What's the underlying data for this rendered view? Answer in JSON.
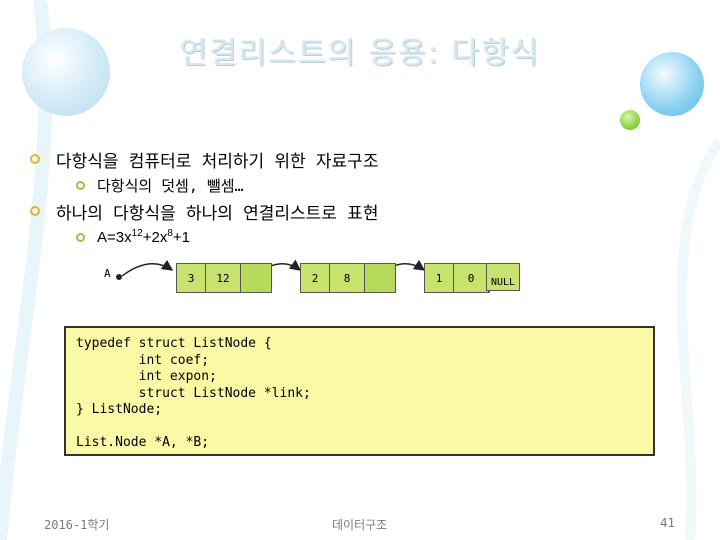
{
  "title": "연결리스트의 응용: 다항식",
  "bullets": [
    {
      "text": "다항식을 컴퓨터로 처리하기 위한 자료구조",
      "sub": [
        "다항식의 덧셈, 뺄셈…"
      ]
    },
    {
      "text": "하나의 다항식을 하나의 연결리스트로 표현",
      "sub": []
    }
  ],
  "formula": {
    "prefix": "A=3x",
    "exp1": "12",
    "mid": "+2x",
    "exp2": "8",
    "suffix": "+1"
  },
  "linked_list": {
    "head_label": "A",
    "nodes": [
      {
        "coef": "3",
        "expon": "12"
      },
      {
        "coef": "2",
        "expon": "8"
      },
      {
        "coef": "1",
        "expon": "0"
      }
    ],
    "null_label": "NULL"
  },
  "code": "typedef struct ListNode {\n        int coef;\n        int expon;\n        struct ListNode *link;\n} ListNode;\n\nList.Node *A, *B;",
  "footer": {
    "left": "2016-1학기",
    "center": "데이터구조",
    "page": "41"
  },
  "colors": {
    "node_fill": "#c7e36d",
    "code_bg": "#fbf8a6",
    "bullet_l1": "#e8b224",
    "bullet_l2": "#9cc048"
  }
}
